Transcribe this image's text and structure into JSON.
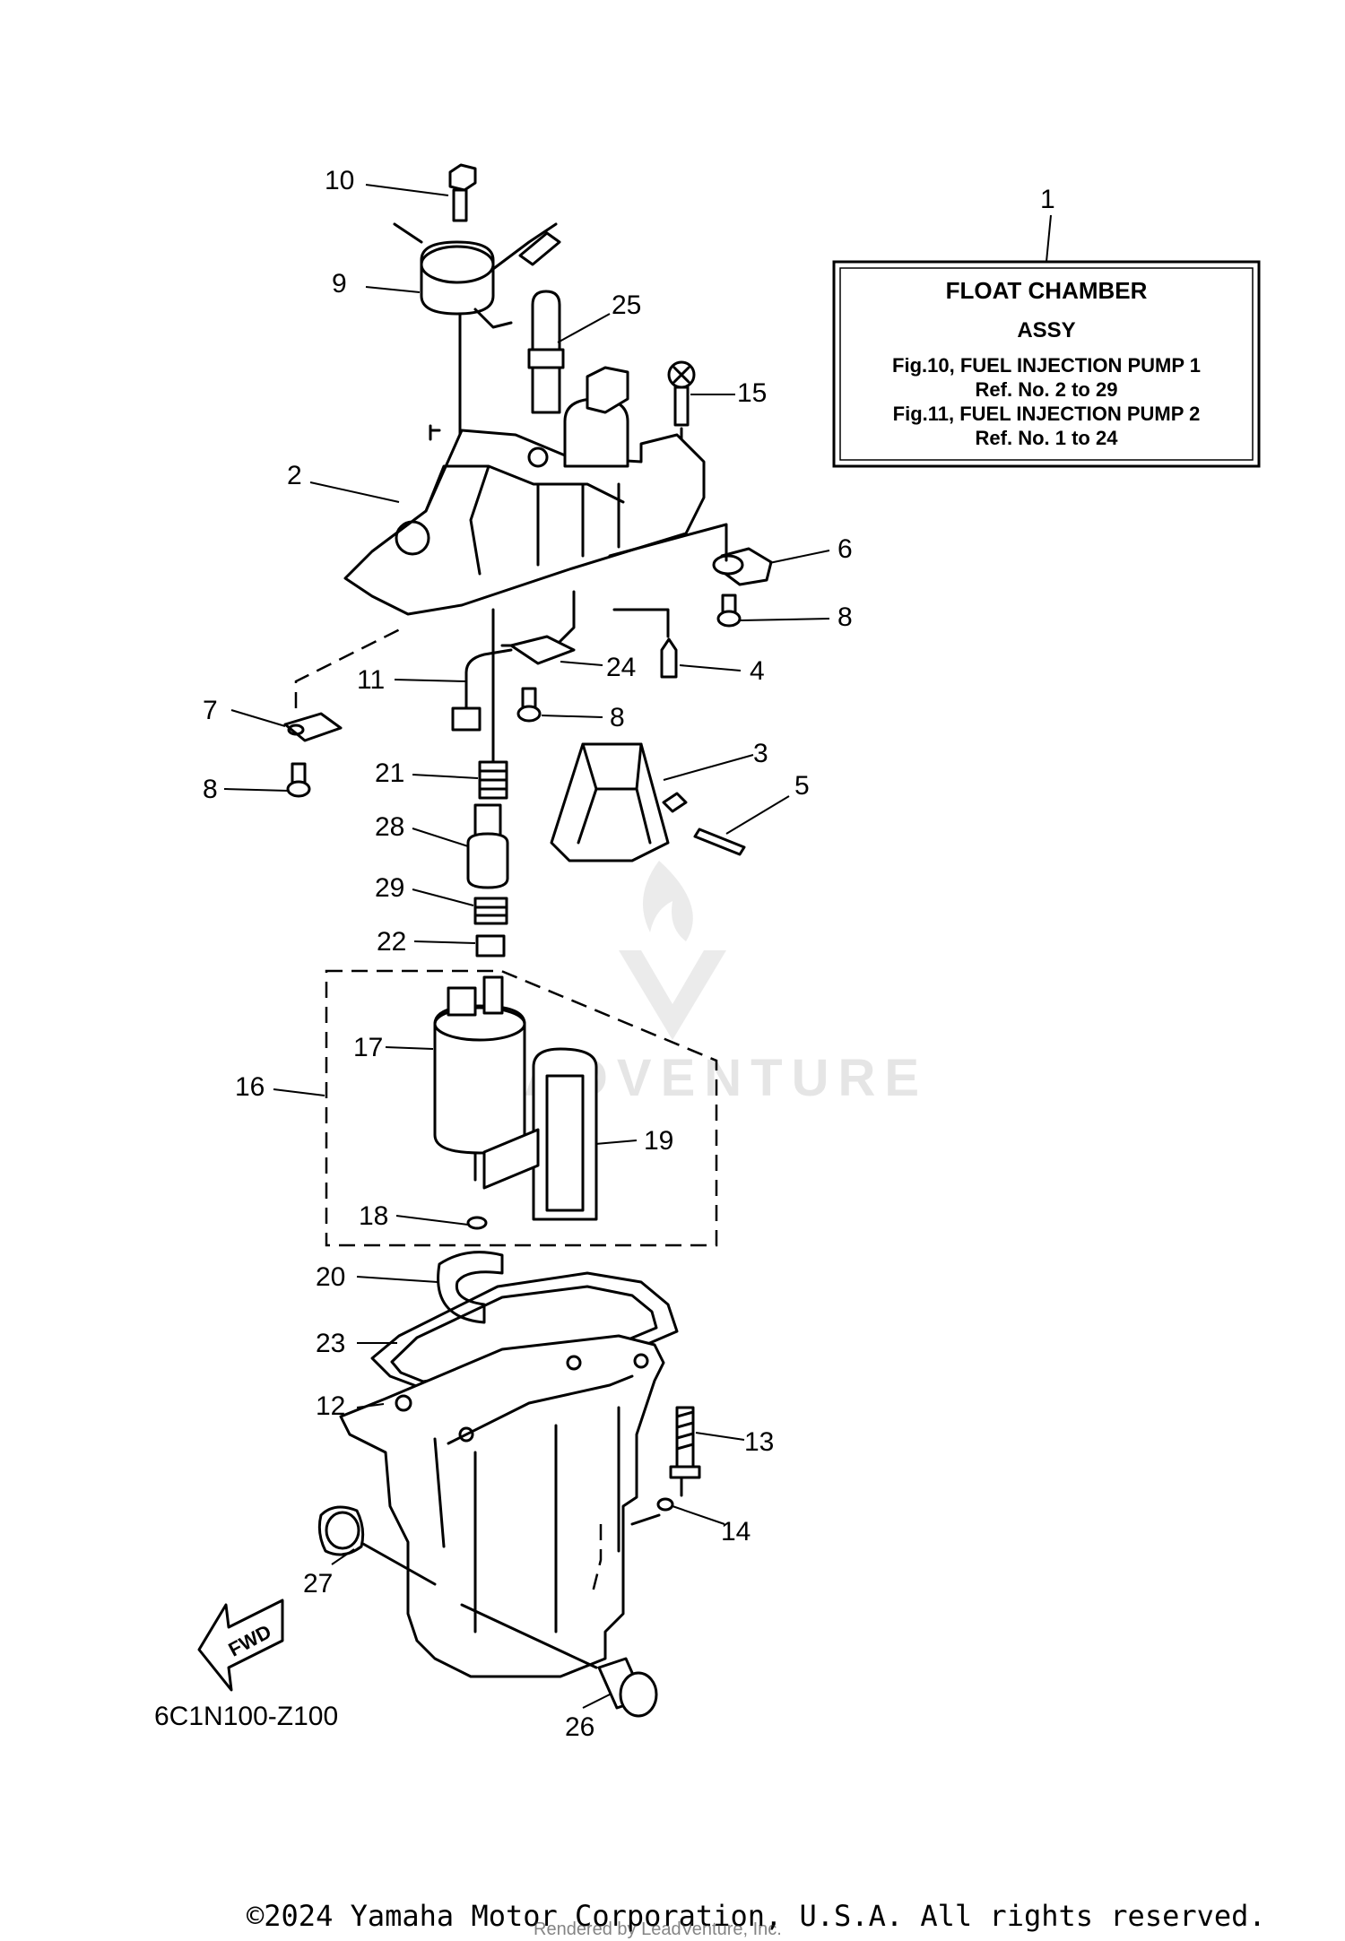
{
  "info_box": {
    "title": "FLOAT CHAMBER",
    "subtitle": "ASSY",
    "line1": "Fig.10, FUEL INJECTION PUMP 1",
    "line2": "Ref. No. 2 to 29",
    "line3": "Fig.11, FUEL INJECTION PUMP 2",
    "line4": "Ref. No. 1 to 24"
  },
  "callouts": {
    "c1": "1",
    "c2": "2",
    "c3": "3",
    "c4": "4",
    "c5": "5",
    "c6": "6",
    "c7": "7",
    "c8a": "8",
    "c8b": "8",
    "c8c": "8",
    "c9": "9",
    "c10": "10",
    "c11": "11",
    "c12": "12",
    "c13": "13",
    "c14": "14",
    "c15": "15",
    "c16": "16",
    "c17": "17",
    "c18": "18",
    "c19": "19",
    "c20": "20",
    "c21": "21",
    "c22": "22",
    "c23": "23",
    "c24": "24",
    "c25": "25",
    "c26": "26",
    "c27": "27",
    "c28": "28",
    "c29": "29"
  },
  "fwd_label": "FWD",
  "diagram_code": "6C1N100-Z100",
  "watermark": "LEADVENTURE",
  "copyright": "©2024 Yamaha Motor Corporation, U.S.A. All rights reserved.",
  "rendered_by": "Rendered by LeadVenture, Inc."
}
